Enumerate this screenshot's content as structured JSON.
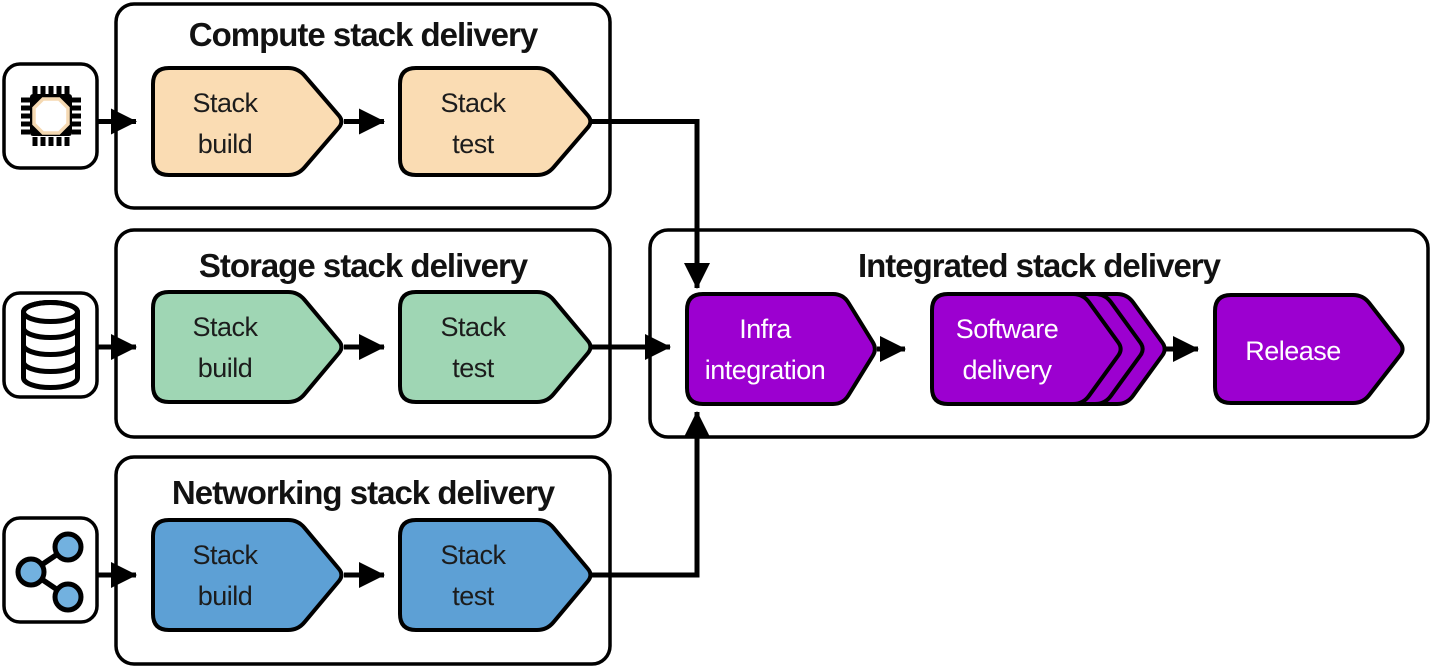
{
  "colors": {
    "compute": "#FADCB3",
    "storage": "#9FD6B4",
    "networking": "#5DA0D5",
    "integrated": "#9C00D0",
    "icon_networking": "#72B1DF",
    "chip_ring": "#F5D9B2",
    "outline": "#000000",
    "text_dark": "#1C1C1C",
    "text_light": "#FFFFFF"
  },
  "groups": [
    {
      "title": "Compute stack delivery",
      "icon": "chip-icon",
      "stages": [
        {
          "label": "Stack build",
          "lines": [
            "Stack",
            "build"
          ]
        },
        {
          "label": "Stack test",
          "lines": [
            "Stack",
            "test"
          ]
        }
      ]
    },
    {
      "title": "Storage stack delivery",
      "icon": "database-icon",
      "stages": [
        {
          "label": "Stack build",
          "lines": [
            "Stack",
            "build"
          ]
        },
        {
          "label": "Stack test",
          "lines": [
            "Stack",
            "test"
          ]
        }
      ]
    },
    {
      "title": "Networking stack delivery",
      "icon": "network-share-icon",
      "stages": [
        {
          "label": "Stack build",
          "lines": [
            "Stack",
            "build"
          ]
        },
        {
          "label": "Stack test",
          "lines": [
            "Stack",
            "test"
          ]
        }
      ]
    },
    {
      "title": "Integrated stack delivery",
      "stages": [
        {
          "label": "Infra integration",
          "lines": [
            "Infra",
            "integration"
          ]
        },
        {
          "label": "Software delivery",
          "lines": [
            "Software",
            "delivery"
          ],
          "stacked": true
        },
        {
          "label": "Release",
          "lines": [
            "Release"
          ]
        }
      ]
    }
  ]
}
